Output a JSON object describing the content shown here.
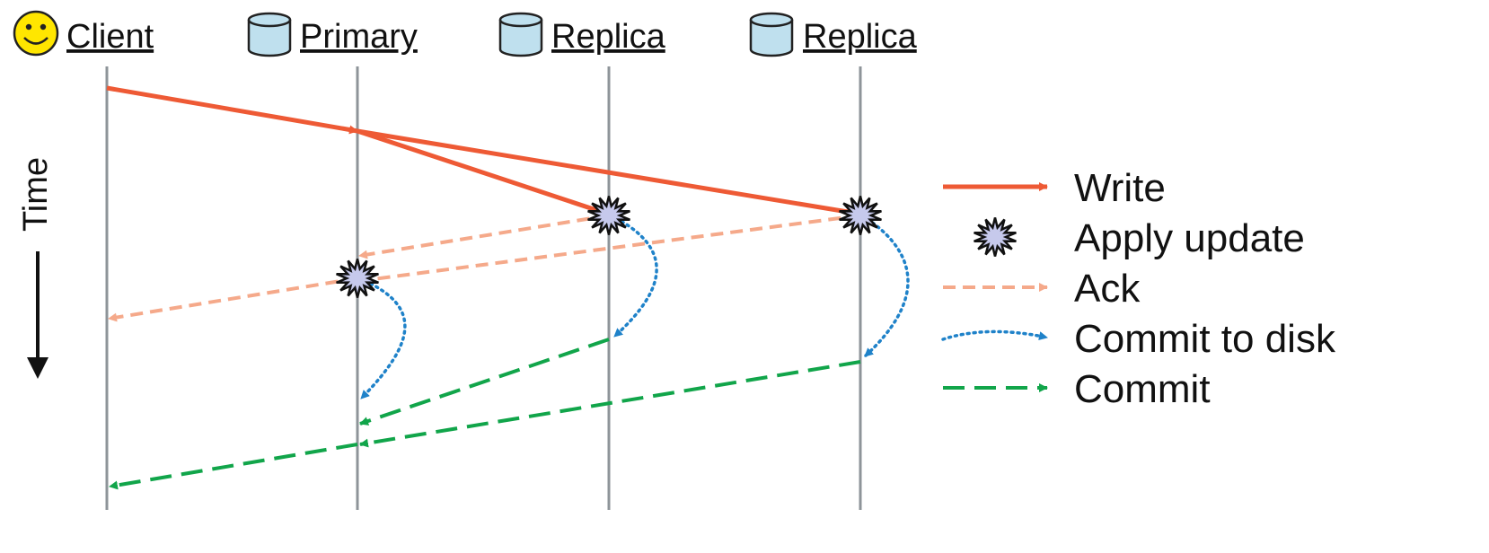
{
  "actors": [
    {
      "label": "Client",
      "icon": "smiley-face-icon"
    },
    {
      "label": "Primary",
      "icon": "database-cylinder-icon"
    },
    {
      "label": "Replica",
      "icon": "database-cylinder-icon"
    },
    {
      "label": "Replica",
      "icon": "database-cylinder-icon"
    }
  ],
  "time_axis": {
    "label": "Time"
  },
  "legend": [
    {
      "label": "Write",
      "style": "solid"
    },
    {
      "label": "Apply update",
      "style": "burst"
    },
    {
      "label": "Ack",
      "style": "dashed"
    },
    {
      "label": "Commit to disk",
      "style": "dotted"
    },
    {
      "label": "Commit",
      "style": "long-dashed"
    }
  ],
  "colors": {
    "write": "#ee5a35",
    "ack": "#f5a98a",
    "commit_disk": "#1f82c9",
    "commit": "#11a54a",
    "lifeline": "#8e9499",
    "burst_fill": "#c6c9ec",
    "db_fill": "#bfe0ee",
    "smiley_fill": "#ffe600"
  }
}
